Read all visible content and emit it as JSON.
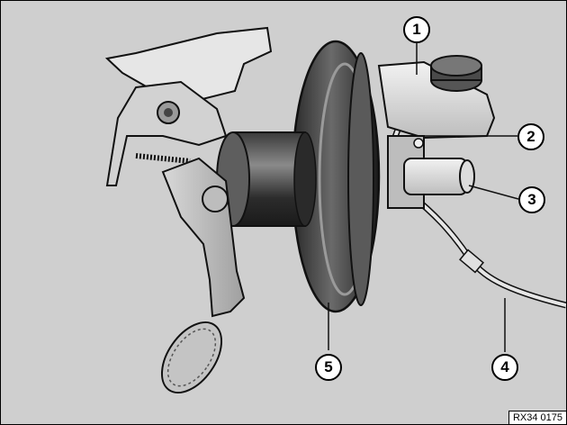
{
  "diagram": {
    "background_color": "#cfcfcf",
    "callouts": [
      {
        "number": "1",
        "part": "brake fluid reservoir"
      },
      {
        "number": "2",
        "part": "brake line connection"
      },
      {
        "number": "3",
        "part": "master brake cylinder"
      },
      {
        "number": "4",
        "part": "brake line"
      },
      {
        "number": "5",
        "part": "brake booster"
      }
    ],
    "reference_code": "RX34 0175"
  }
}
